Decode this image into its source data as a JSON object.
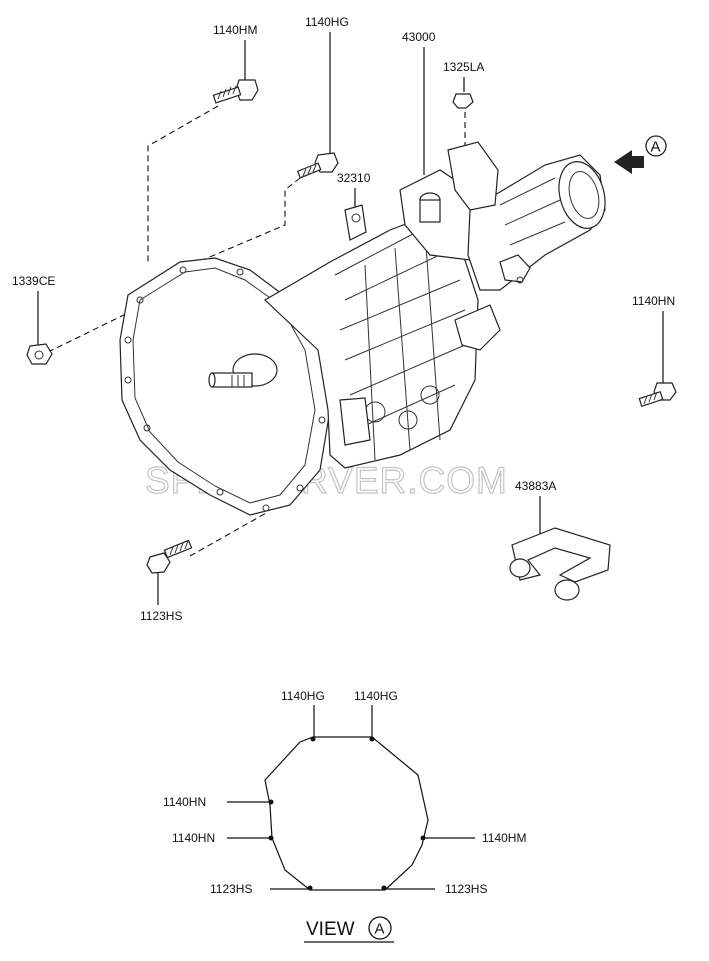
{
  "watermark": "SPECSERVER.COM",
  "callout_marker": "A",
  "labels": {
    "p1140HM_top": "1140HM",
    "p1140HG_top": "1140HG",
    "p43000": "43000",
    "p1325LA": "1325LA",
    "p32310": "32310",
    "p1339CE": "1339CE",
    "p1140HN_right": "1140HN",
    "p43883A": "43883A",
    "p1123HS": "1123HS"
  },
  "view": {
    "title": "VIEW",
    "marker": "A",
    "labels": {
      "hg_left": "1140HG",
      "hg_right": "1140HG",
      "hn_upper": "1140HN",
      "hn_lower": "1140HN",
      "hm": "1140HM",
      "hs_left": "1123HS",
      "hs_right": "1123HS"
    }
  }
}
